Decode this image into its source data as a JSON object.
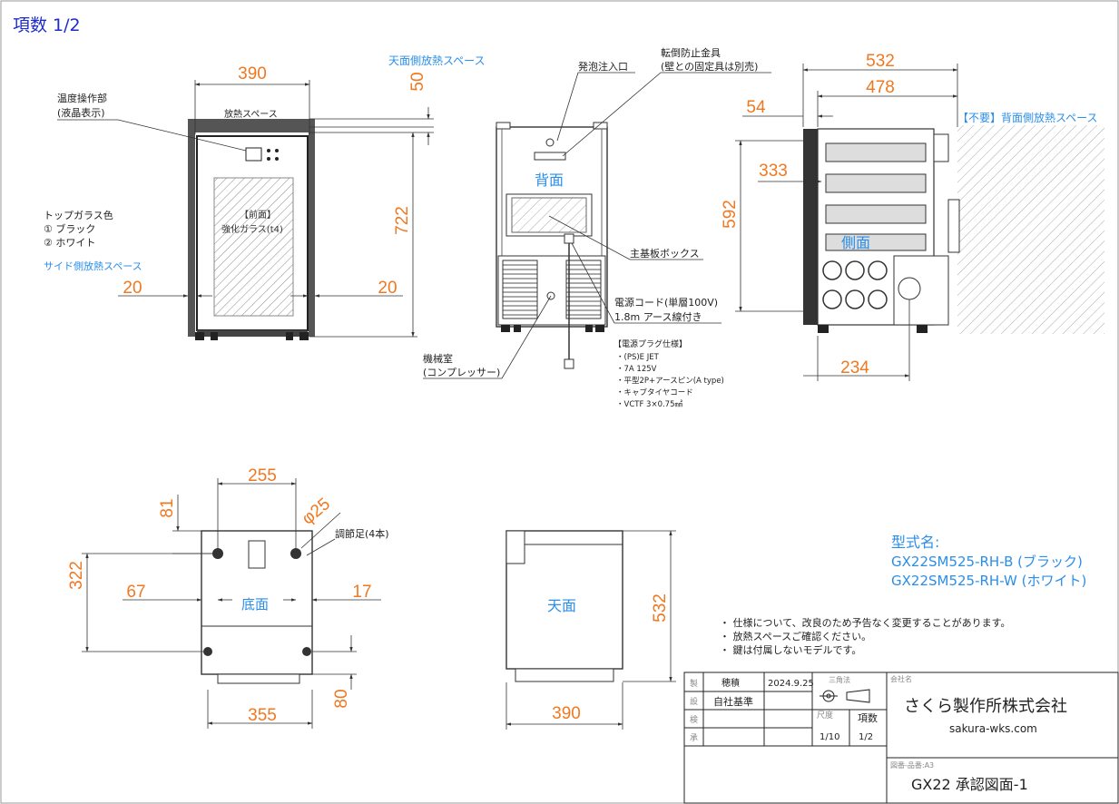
{
  "header": {
    "page_label": "項数 1/2"
  },
  "front_view": {
    "width_dim": "390",
    "top_space_dim": "50",
    "height_dim": "722",
    "side_left_dim": "20",
    "side_right_dim": "20",
    "top_space_label": "天面側放熱スペース",
    "heat_space_label": "放熱スペース",
    "control_label_1": "温度操作部",
    "control_label_2": "(液晶表示)",
    "glass_color_title": "トップガラス色",
    "glass_color_1": "①  ブラック",
    "glass_color_2": "②  ホワイト",
    "side_space_label": "サイド側放熱スペース",
    "glass_text_1": "【前面】",
    "glass_text_2": "強化ガラス(t4)"
  },
  "back_view": {
    "foam_inlet": "発泡注入口",
    "antitip_1": "転倒防止金具",
    "antitip_2": "(壁との固定具は別売)",
    "label": "背面",
    "board_box": "主基板ボックス",
    "power_cord_1": "電源コード(単層100V)",
    "power_cord_2": "1.8m  アース線付き",
    "machine_room_1": "機械室",
    "machine_room_2": "(コンプレッサー)",
    "plug_spec_title": "【電源プラグ仕様】",
    "plug_spec": [
      "・(PS)E JET",
      "・7A 125V",
      "・平型2P+アースピン(A type)",
      "・キャブタイヤコード",
      "・VCTF 3×0.75㎟"
    ]
  },
  "side_view": {
    "depth_dim": "532",
    "body_depth_dim": "478",
    "offset_dim": "54",
    "height_dim": "592",
    "upper_dim": "333",
    "leg_dim": "234",
    "label": "側面",
    "rear_space_label": "【不要】背面側放熱スペース"
  },
  "bottom_view": {
    "leg_span_dim": "255",
    "top_dim": "81",
    "dia_dim": "φ25",
    "depth_dim": "322",
    "left_dim": "67",
    "right_dim": "17",
    "bottom_dim": "80",
    "width_dim": "355",
    "leveler_label": "調節足(4本)",
    "label": "底面"
  },
  "top_view": {
    "depth_dim": "532",
    "width_dim": "390",
    "label": "天面"
  },
  "model": {
    "title": "型式名:",
    "model_1": "GX22SM525-RH-B  (ブラック)",
    "model_2": "GX22SM525-RH-W  (ホワイト)"
  },
  "notes": [
    "・  仕様について、改良のため予告なく変更することがあります。",
    "・  放熱スペースご確認ください。",
    "・  鍵は付属しないモデルです。"
  ],
  "title_block": {
    "row_labels": [
      "製",
      "設",
      "検",
      "承"
    ],
    "maker": "穂積",
    "date": "2024.9.25",
    "standard": "自社基準",
    "projection": "三角法",
    "scale_label": "尺度",
    "scale_value": "1/10",
    "page_label": "項数",
    "page_value": "1/2",
    "company_label": "会社名",
    "company_name": "さくら製作所株式会社",
    "company_url": "sakura-wks.com",
    "drawing_no_label": "図番-品番:A3",
    "drawing_title": "GX22  承認図面-1"
  },
  "colors": {
    "dimension": "#f07820",
    "annotation_blue": "#2b8ee8",
    "page_label": "#1e2ccc"
  }
}
